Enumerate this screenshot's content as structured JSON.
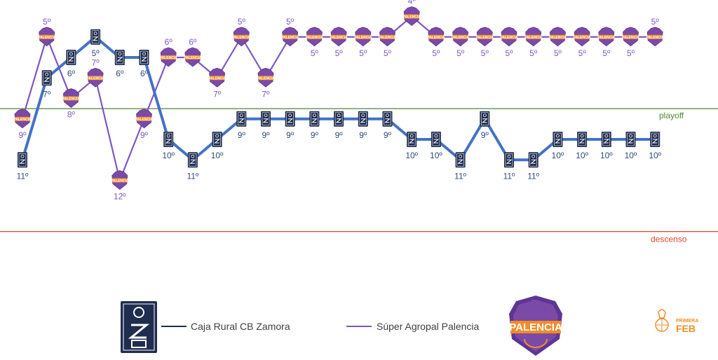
{
  "chart_data": {
    "type": "line",
    "title": "",
    "xlabel": "",
    "ylabel": "",
    "y_inverted": true,
    "ylim": [
      1,
      16
    ],
    "grid": false,
    "legend_position": "bottom-center",
    "x": [
      1,
      2,
      3,
      4,
      5,
      6,
      7,
      8,
      9,
      10,
      11,
      12,
      13,
      14,
      15,
      16,
      17,
      18,
      19,
      20,
      21,
      22,
      23,
      24,
      25,
      26,
      27
    ],
    "series": [
      {
        "name": "Caja Rural CB Zamora",
        "color": "#4472C4",
        "values": [
          11,
          7,
          6,
          5,
          6,
          6,
          10,
          11,
          10,
          9,
          9,
          9,
          9,
          9,
          9,
          9,
          10,
          10,
          11,
          9,
          11,
          11,
          10,
          10,
          10,
          10,
          10
        ],
        "labels": [
          "11º",
          "7º",
          "6º",
          "5º",
          "6º",
          "6º",
          "10º",
          "11º",
          "10º",
          "9º",
          "9º",
          "9º",
          "9º",
          "9º",
          "9º",
          "9º",
          "10º",
          "10º",
          "11º",
          "9º",
          "11º",
          "11º",
          "10º",
          "10º",
          "10º",
          "10º",
          "10º"
        ]
      },
      {
        "name": "Súper Agropal Palencia",
        "color": "#7E57C2",
        "values": [
          9,
          5,
          8,
          7,
          12,
          9,
          6,
          6,
          7,
          5,
          7,
          5,
          5,
          5,
          5,
          5,
          4,
          5,
          5,
          5,
          5,
          5,
          5,
          5,
          5,
          5,
          5
        ],
        "labels": [
          "9º",
          "5º",
          "8º",
          "7º",
          "12º",
          "9º",
          "6º",
          "6º",
          "7º",
          "5º",
          "7º",
          "5º",
          "5º",
          "5º",
          "5º",
          "5º",
          "4º",
          "5º",
          "5º",
          "5º",
          "5º",
          "5º",
          "5º",
          "5º",
          "5º",
          "5º",
          "5º"
        ]
      }
    ],
    "reference_lines": [
      {
        "label": "playoff",
        "value": 8.5,
        "color": "#548235"
      },
      {
        "label": "descenso",
        "value": 14.5,
        "color": "#E8412C"
      }
    ]
  },
  "logos": {
    "zamora_text": "Z",
    "palencia_text": "PALENCIA",
    "feb_top": "PRIMERA",
    "feb_bottom": "FEB"
  },
  "colors": {
    "zamora_badge": "#1F2D4F",
    "palencia_badge": "#7B4AA7",
    "palencia_accent": "#F28C28",
    "feb_orange": "#F28C28"
  }
}
